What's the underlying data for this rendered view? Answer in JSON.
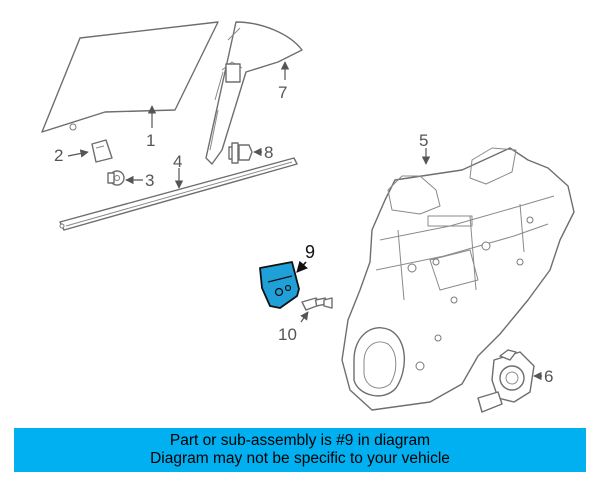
{
  "diagram": {
    "callouts": [
      "1",
      "2",
      "3",
      "4",
      "5",
      "6",
      "7",
      "8",
      "9",
      "10"
    ],
    "highlight_color": "#1fa0d9"
  },
  "banner": {
    "line1": "Part or sub-assembly is #9 in diagram",
    "line2": "Diagram may not be specific to your vehicle",
    "background": "#00b0f0"
  }
}
